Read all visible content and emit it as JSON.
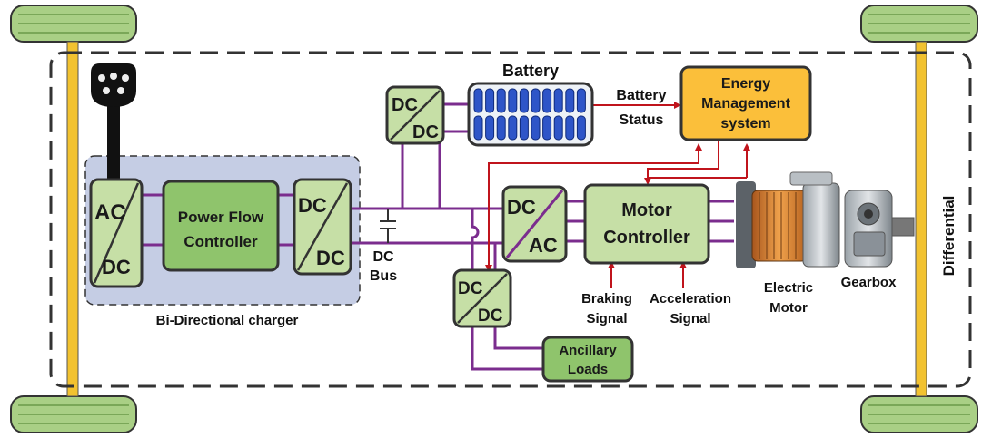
{
  "labels": {
    "battery": "Battery",
    "battery_status_1": "Battery",
    "battery_status_2": "Status",
    "ems_1": "Energy",
    "ems_2": "Management",
    "ems_3": "system",
    "conv_top_dc1": "DC",
    "conv_top_dc2": "DC",
    "charger_ac": "AC",
    "charger_dc": "DC",
    "pfc_1": "Power Flow",
    "pfc_2": "Controller",
    "charger_out_dc1": "DC",
    "charger_out_dc2": "DC",
    "dc_bus_1": "DC",
    "dc_bus_2": "Bus",
    "bidir_charger": "Bi-Directional charger",
    "inverter_dc": "DC",
    "inverter_ac": "AC",
    "motor_ctrl_1": "Motor",
    "motor_ctrl_2": "Controller",
    "conv_low_dc1": "DC",
    "conv_low_dc2": "DC",
    "ancillary_1": "Ancillary",
    "ancillary_2": "Loads",
    "braking_1": "Braking",
    "braking_2": "Signal",
    "accel_1": "Acceleration",
    "accel_2": "Signal",
    "electric_motor_1": "Electric",
    "electric_motor_2": "Motor",
    "gearbox": "Gearbox",
    "differential": "Differential"
  },
  "colors": {
    "box_green_light": "#c6dfa6",
    "box_green_dark": "#8fc46c",
    "ems_yellow": "#fbbf3a",
    "charger_bg": "#c5cde4",
    "wire_purple": "#7b2d8e",
    "arrow_red": "#c0141c",
    "axle_yellow": "#f2c230",
    "wheel_green": "#a9cf85",
    "battery_cell": "#2e55c8"
  },
  "icons": [
    "charging-plug-icon",
    "battery-cells-icon",
    "capacitor-icon",
    "electric-motor-image",
    "gearbox-image",
    "wheel-icon"
  ]
}
